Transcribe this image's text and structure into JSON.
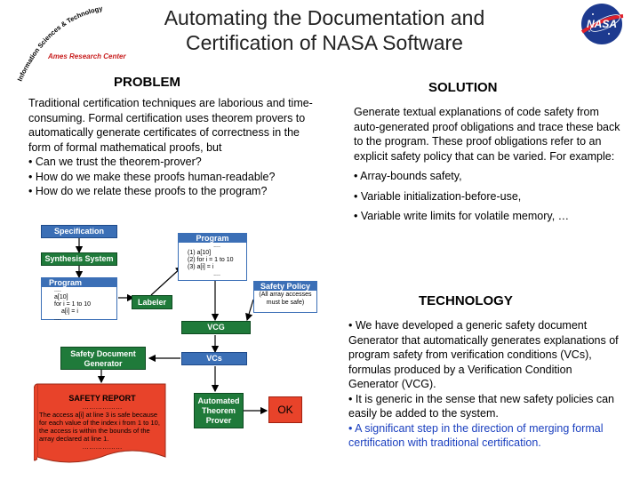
{
  "title": {
    "line1": "Automating the Documentation and",
    "line2": "Certification of NASA Software"
  },
  "logo": {
    "arc_text": "Information Sciences & Technology",
    "center": "Ames Research Center",
    "nasa_word": "NASA"
  },
  "problem": {
    "heading": "PROBLEM",
    "paragraph": "Traditional certification techniques are laborious and time-consuming. Formal certification uses theorem provers to automatically generate certificates of correctness in the form of formal mathematical proofs, but",
    "bullets": [
      "• Can we trust the theorem-prover?",
      "• How do we make these proofs human-readable?",
      "• How do we relate these proofs to the program?"
    ]
  },
  "solution": {
    "heading": "SOLUTION",
    "paragraph": "Generate textual explanations of code safety from auto-generated proof obligations and trace these back to the program. These proof obligations refer to an explicit safety policy that can be varied. For example:",
    "bullets": [
      "• Array-bounds safety,",
      "• Variable initialization-before-use,",
      "• Variable write limits for volatile memory, …"
    ]
  },
  "technology": {
    "heading": "TECHNOLOGY",
    "bullet1": "• We have developed a generic safety document Generator that automatically generates explanations of program safety from verification conditions (VCs), formulas produced by a Verification Condition Generator (VCG).",
    "bullet2": "• It is generic in the sense that new safety policies can easily be added to the system.",
    "bullet3": "• A significant step in the direction of merging formal certification with traditional certification."
  },
  "diagram": {
    "specification": "Specification",
    "synthesis": "Synthesis System",
    "program_left": {
      "head": "Program",
      "lines": [
        "....",
        "a[10]",
        "for i = 1 to 10",
        "a[i] = i",
        "...."
      ]
    },
    "program_top": {
      "head": "Program",
      "lines": [
        "....",
        "(1)    a[10]",
        "(2)    for i = 1 to 10",
        "(3)       a[i] = i",
        "...."
      ]
    },
    "labeler": "Labeler",
    "safety_policy": {
      "head": "Safety Policy",
      "body": "(All array accesses must be safe)"
    },
    "vcg": "VCG",
    "vcs": "VCs",
    "sdg": "Safety Document Generator",
    "atp": "Automated Theorem Prover",
    "ok": "OK",
    "report": {
      "head": "SAFETY REPORT",
      "dots1": "………………",
      "body": "The access  a[i] at line 3 is safe because for each value of the index i from 1 to 10, the access is within the bounds of the array declared at line 1.",
      "dots2": "………………"
    }
  },
  "colors": {
    "green": "#1f7a3a",
    "blue": "#3b6fb6",
    "report_red": "#e8432a",
    "link_blue": "#1a3fbf"
  }
}
